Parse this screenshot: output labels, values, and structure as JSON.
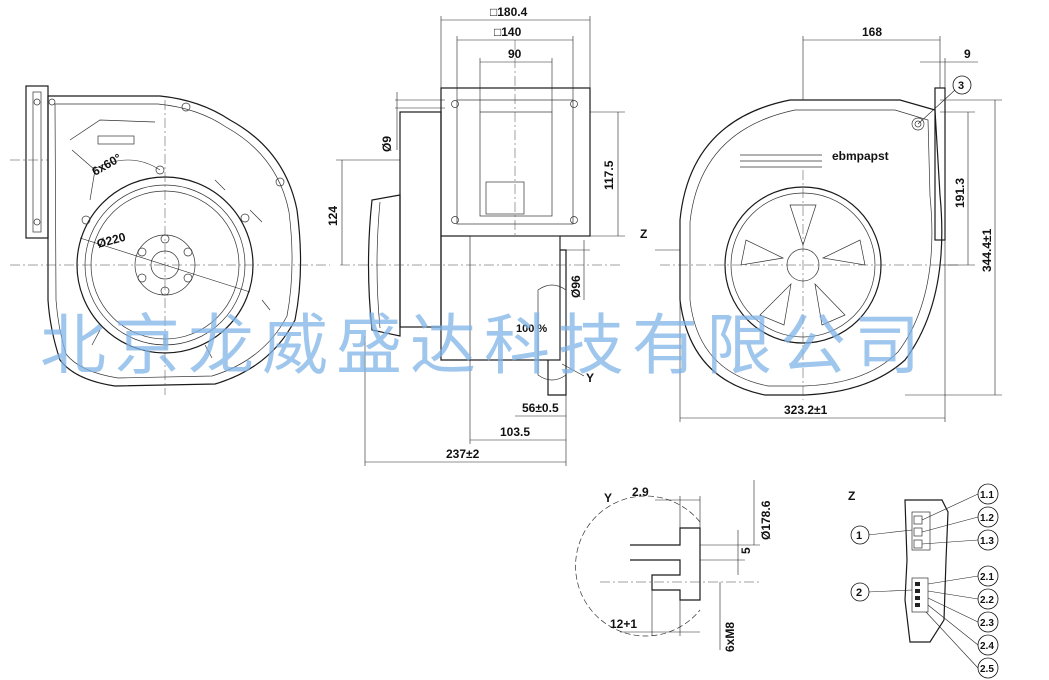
{
  "dimensions": {
    "square_180": "□180.4",
    "square_140": "□140",
    "width_90": "90",
    "hole_9": "Ø9",
    "height_117": "117.5",
    "height_124": "124",
    "dia_96": "Ø96",
    "depth_56": "56±0.5",
    "depth_103": "103.5",
    "depth_237": "237±2",
    "top_168": "168",
    "top_9": "9",
    "height_191": "191.3",
    "height_344": "344.4±1",
    "width_323": "323.2±1",
    "dia_220": "Ø220",
    "angle_6x60": "6x60°",
    "dia_178": "Ø178.6",
    "y_2_9": "2.9",
    "y_5": "5",
    "y_12": "12+1",
    "y_thread": "6xM8"
  },
  "labels": {
    "percent_100": "100 %",
    "view_y_marker": "Y",
    "view_z_marker": "Z",
    "detail_y_title": "Y",
    "detail_z_title": "Z",
    "brand": "ebmpapst"
  },
  "callouts": {
    "c3": "3",
    "c1": "1",
    "c2": "2",
    "c1_1": "1.1",
    "c1_2": "1.2",
    "c1_3": "1.3",
    "c2_1": "2.1",
    "c2_2": "2.2",
    "c2_3": "2.3",
    "c2_4": "2.4",
    "c2_5": "2.5"
  },
  "watermark": "北京龙威盛达科技有限公司"
}
